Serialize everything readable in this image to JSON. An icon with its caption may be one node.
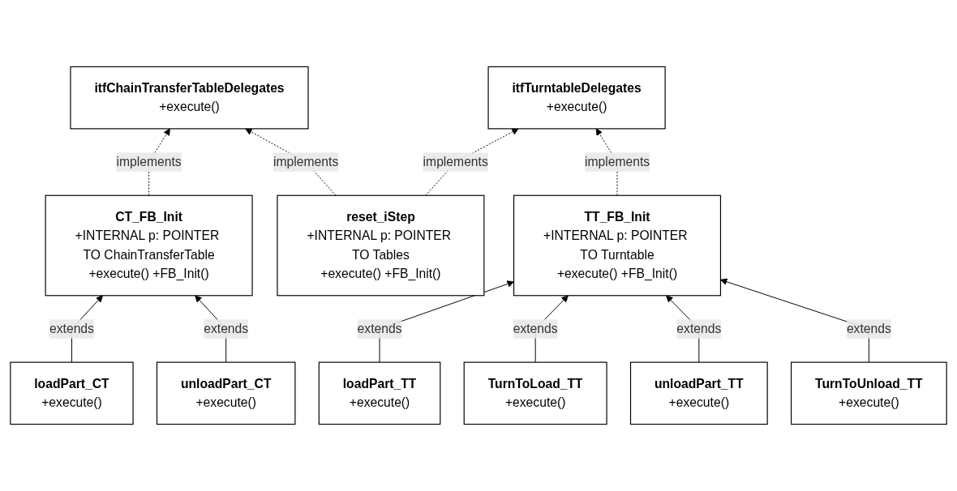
{
  "diagram": {
    "nodes": [
      {
        "text": [
          "itfChainTransferTableDelegates",
          "+execute()"
        ]
      },
      {
        "text": [
          "itfTurntableDelegates",
          "+execute()"
        ]
      },
      {
        "text": [
          "CT_FB_Init",
          "+INTERNAL p: POINTER TO ChainTransferTable",
          "+execute() +FB_Init()"
        ]
      },
      {
        "text": [
          "reset_iStep",
          "+INTERNAL p: POINTER TO Tables",
          "+execute() +FB_Init()"
        ]
      },
      {
        "text": [
          "TT_FB_Init",
          "+INTERNAL p: POINTER TO Turntable",
          "+execute() +FB_Init()"
        ]
      },
      {
        "text": [
          "loadPart_CT",
          "+execute()"
        ]
      },
      {
        "text": [
          "unloadPart_CT",
          "+execute()"
        ]
      },
      {
        "text": [
          "loadPart_TT",
          "+execute()"
        ]
      },
      {
        "text": [
          "TurnToUnload_TT",
          "+execute()"
        ]
      },
      {
        "text": [
          "TurnToLoad_TT",
          "+execute()"
        ]
      },
      {
        "text": [
          "unloadPart_TT",
          "+execute()"
        ]
      }
    ],
    "edges": [
      {
        "from": 2,
        "to": 0,
        "arrow": "to",
        "label": "implements",
        "style": "dashed"
      },
      {
        "from": 3,
        "to": 0,
        "arrow": "to",
        "label": "implements",
        "style": "dashed"
      },
      {
        "from": 3,
        "to": 1,
        "arrow": "to",
        "label": "implements",
        "style": "dashed"
      },
      {
        "from": 4,
        "to": 1,
        "arrow": "to",
        "label": "implements",
        "style": "dashed"
      },
      {
        "from": 5,
        "to": 2,
        "arrow": "to",
        "label": "extends"
      },
      {
        "from": 6,
        "to": 2,
        "arrow": "to",
        "label": "extends"
      },
      {
        "from": 7,
        "to": 4,
        "arrow": "to",
        "label": "extends"
      },
      {
        "from": 9,
        "to": 4,
        "arrow": "to",
        "label": "extends"
      },
      {
        "from": 10,
        "to": 4,
        "arrow": "to",
        "label": "extends"
      },
      {
        "from": 8,
        "to": 4,
        "arrow": "to",
        "label": "extends"
      }
    ]
  }
}
